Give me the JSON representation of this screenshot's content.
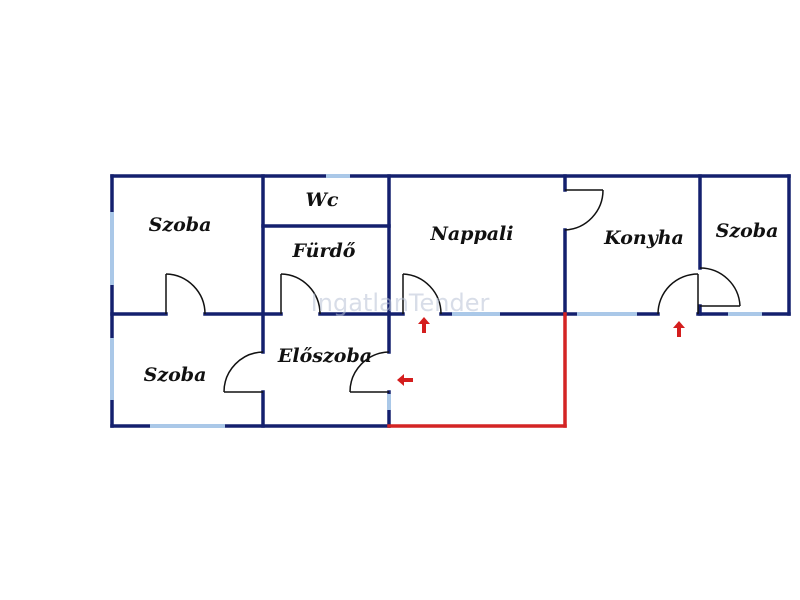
{
  "rooms": {
    "szoba_top_left": "Szoba",
    "wc": "Wc",
    "furdo": "Fürdő",
    "nappali": "Nappali",
    "konyha": "Konyha",
    "szoba_right": "Szoba",
    "szoba_bottom_left": "Szoba",
    "eloszoba": "Előszoba"
  },
  "watermark": "IngatlanTender",
  "colors": {
    "wall": "#14206e",
    "window": "#aac8e8",
    "door": "#111111",
    "terrace_outline": "#d42424",
    "entry_arrow": "#d41e1e"
  },
  "icons": {
    "entry_arrow": "red-arrow-icon"
  }
}
